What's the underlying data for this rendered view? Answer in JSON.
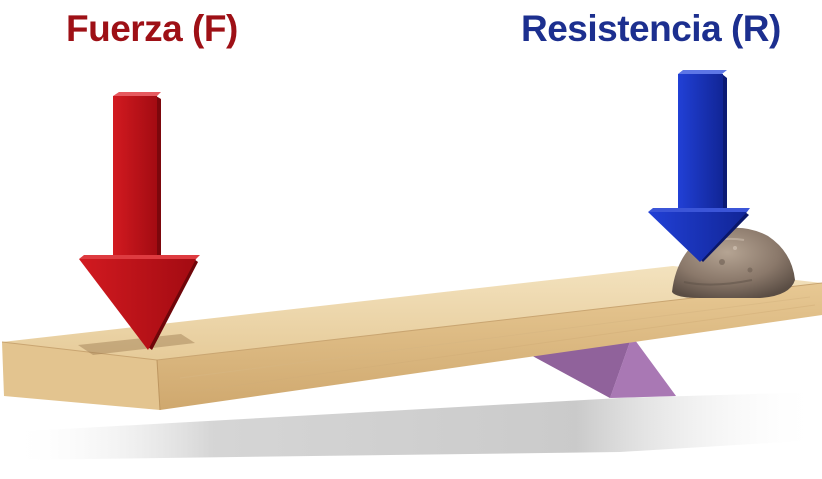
{
  "labels": {
    "force": "Fuerza (F)",
    "resistance": "Resistencia (R)"
  },
  "colors": {
    "force": "#9e1016",
    "resistance": "#1c2f8f",
    "force_arrow": "#c0121a",
    "resistance_arrow": "#1a2fb5",
    "lever_wood": "#e8cc98",
    "fulcrum": "#a576b0",
    "rock": "#8c7b6c"
  },
  "icons": {
    "force_arrow": "down-arrow",
    "resistance_arrow": "down-arrow",
    "load": "rock",
    "pivot": "triangular-fulcrum"
  }
}
